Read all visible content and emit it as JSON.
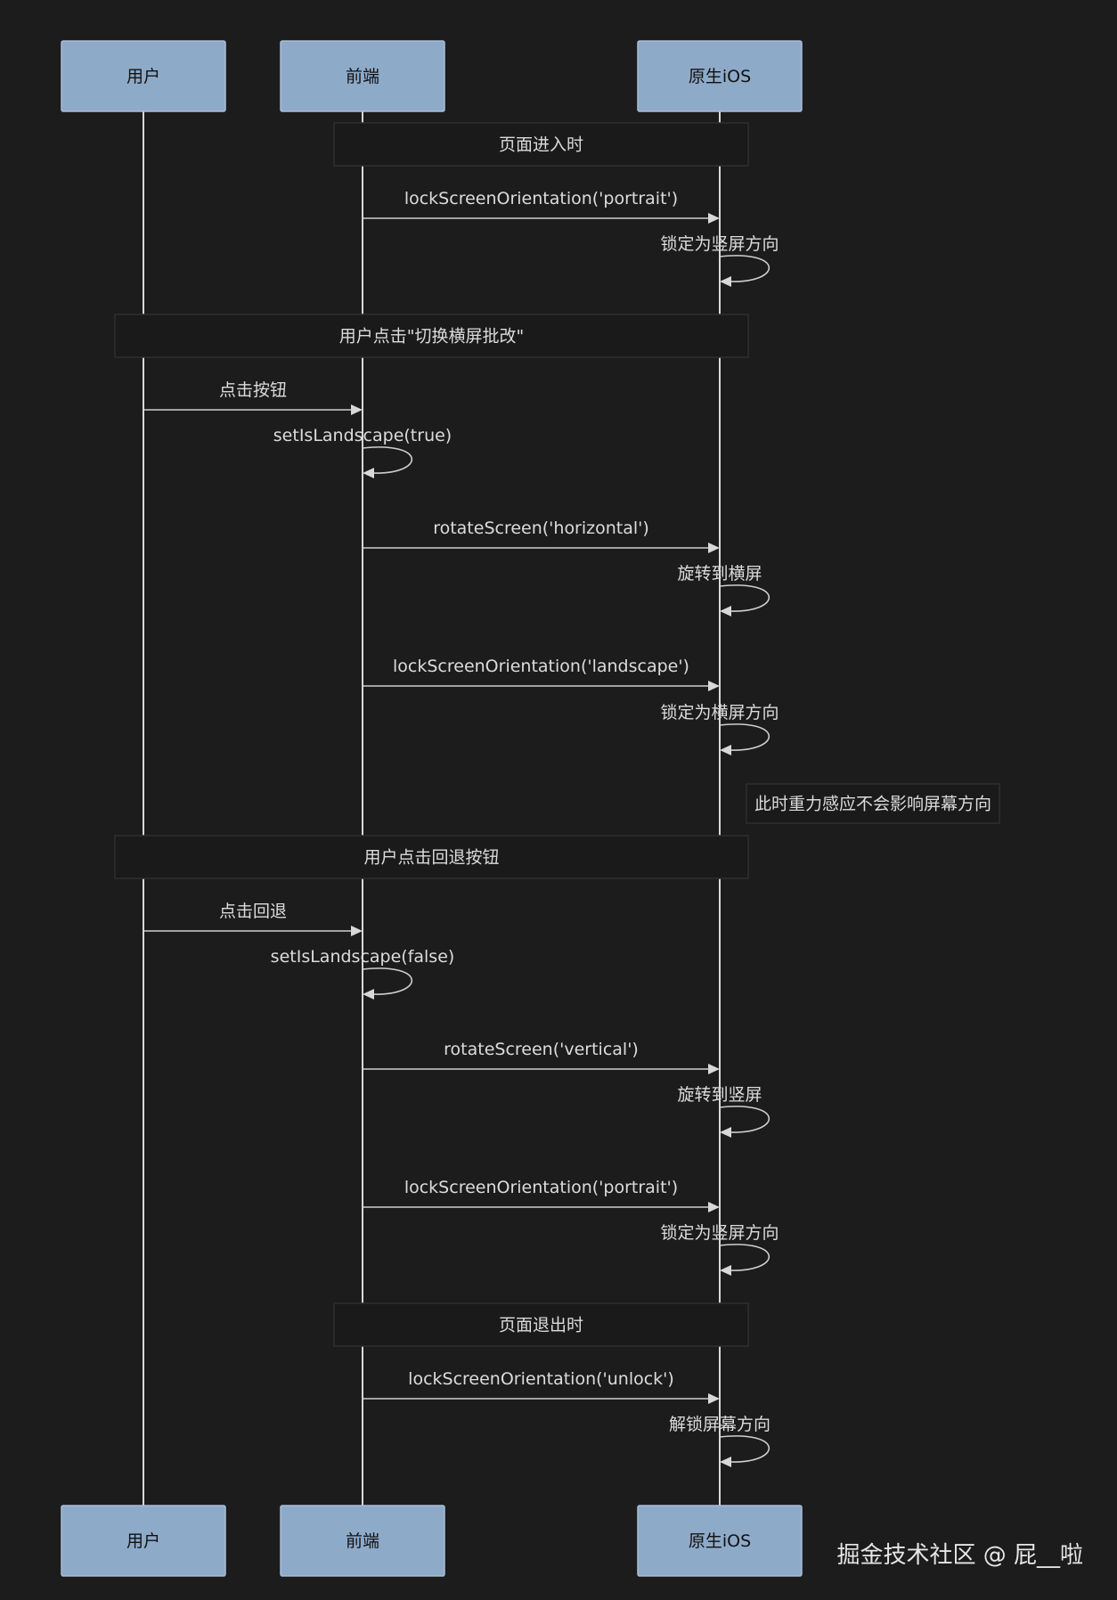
{
  "participants": [
    {
      "id": "user",
      "label": "用户"
    },
    {
      "id": "frontend",
      "label": "前端"
    },
    {
      "id": "ios",
      "label": "原生iOS"
    }
  ],
  "steps": [
    {
      "kind": "note",
      "from": "frontend",
      "to": "ios",
      "text": "页面进入时"
    },
    {
      "kind": "msg",
      "from": "frontend",
      "to": "ios",
      "text": "lockScreenOrientation('portrait')"
    },
    {
      "kind": "self",
      "on": "ios",
      "text": "锁定为竖屏方向"
    },
    {
      "kind": "note",
      "from": "user",
      "to": "ios",
      "text": "用户点击\"切换横屏批改\""
    },
    {
      "kind": "msg",
      "from": "user",
      "to": "frontend",
      "text": "点击按钮"
    },
    {
      "kind": "self",
      "on": "frontend",
      "text": "setIsLandscape(true)"
    },
    {
      "kind": "msg",
      "from": "frontend",
      "to": "ios",
      "text": "rotateScreen('horizontal')"
    },
    {
      "kind": "self",
      "on": "ios",
      "text": "旋转到横屏"
    },
    {
      "kind": "msg",
      "from": "frontend",
      "to": "ios",
      "text": "lockScreenOrientation('landscape')"
    },
    {
      "kind": "self",
      "on": "ios",
      "text": "锁定为横屏方向"
    },
    {
      "kind": "sidenote",
      "on": "ios",
      "text": "此时重力感应不会影响屏幕方向"
    },
    {
      "kind": "note",
      "from": "user",
      "to": "ios",
      "text": "用户点击回退按钮"
    },
    {
      "kind": "msg",
      "from": "user",
      "to": "frontend",
      "text": "点击回退"
    },
    {
      "kind": "self",
      "on": "frontend",
      "text": "setIsLandscape(false)"
    },
    {
      "kind": "msg",
      "from": "frontend",
      "to": "ios",
      "text": "rotateScreen('vertical')"
    },
    {
      "kind": "self",
      "on": "ios",
      "text": "旋转到竖屏"
    },
    {
      "kind": "msg",
      "from": "frontend",
      "to": "ios",
      "text": "lockScreenOrientation('portrait')"
    },
    {
      "kind": "self",
      "on": "ios",
      "text": "锁定为竖屏方向"
    },
    {
      "kind": "note",
      "from": "frontend",
      "to": "ios",
      "text": "页面退出时"
    },
    {
      "kind": "msg",
      "from": "frontend",
      "to": "ios",
      "text": "lockScreenOrientation('unlock')"
    },
    {
      "kind": "self",
      "on": "ios",
      "text": "解锁屏幕方向"
    }
  ],
  "watermark": "掘金技术社区 @ 屁__啦",
  "colors": {
    "background": "#1c1c1c",
    "participant_fill": "#8eaac9",
    "line": "#d8d8d8",
    "note_fill": "#1a1a1a",
    "text": "#dcdcdc"
  }
}
